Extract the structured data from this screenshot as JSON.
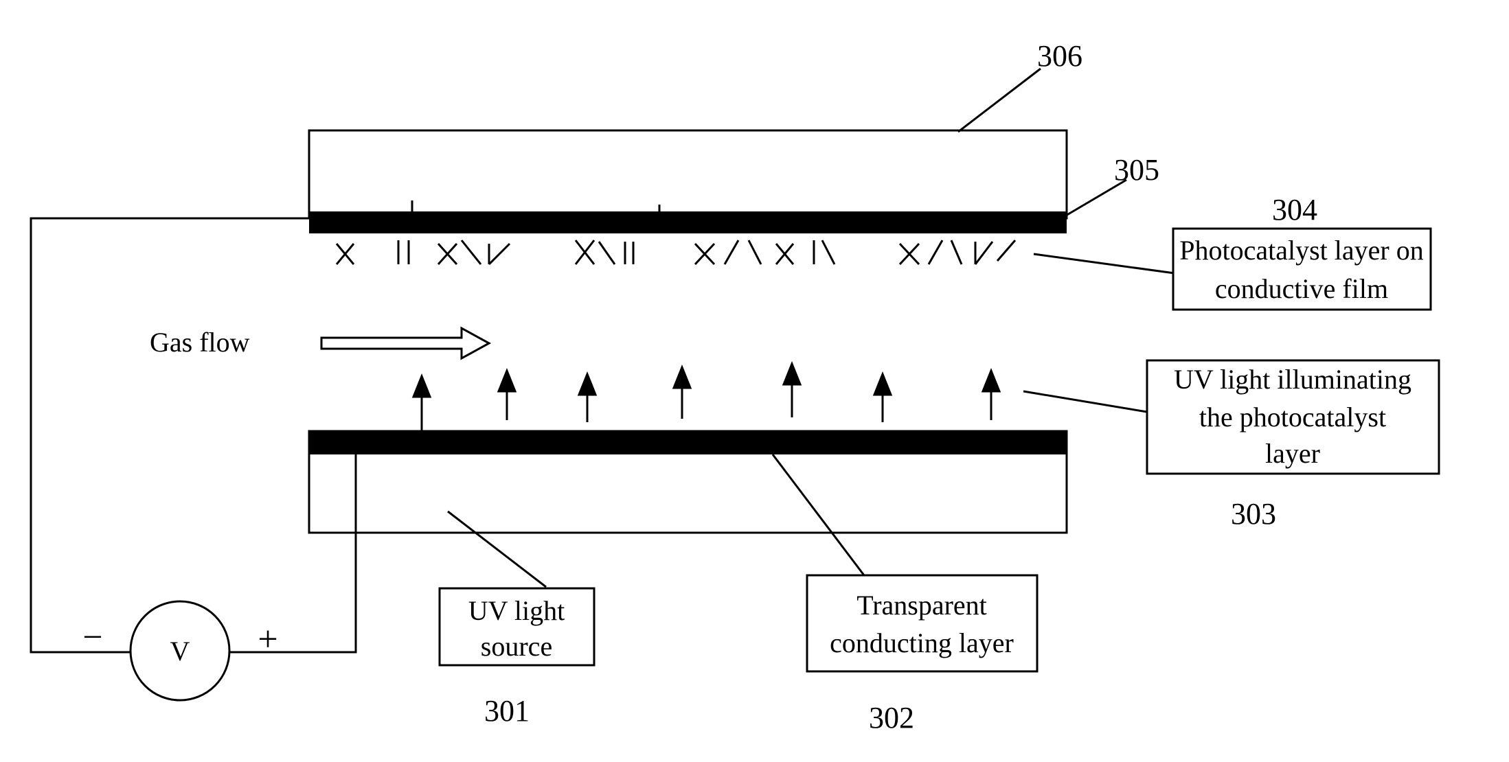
{
  "labels": {
    "n306": "306",
    "n305": "305",
    "n304": "304",
    "n303": "303",
    "n301": "301",
    "n302": "302",
    "gas_flow": "Gas flow",
    "voltmeter": "V",
    "minus": "−",
    "plus": "+"
  },
  "boxes": {
    "photocatalyst": [
      "Photocatalyst layer on",
      "conductive film"
    ],
    "uv_illuminating": [
      "UV light illuminating",
      "the photocatalyst",
      "layer"
    ],
    "uv_source": [
      "UV light",
      "source"
    ],
    "transparent": [
      "Transparent",
      "conducting layer"
    ]
  }
}
